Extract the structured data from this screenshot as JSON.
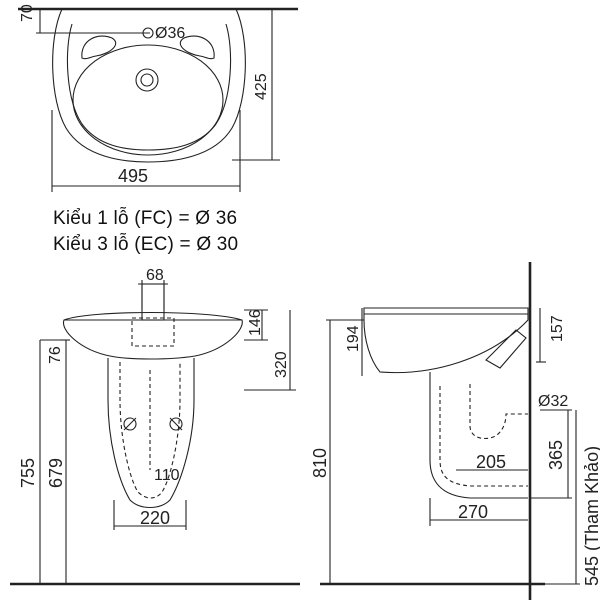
{
  "top_view": {
    "dim_top_offset": "70",
    "dim_hole": "Ø36",
    "dim_depth": "425",
    "dim_width": "495"
  },
  "notes": {
    "line1": "Kiểu 1 lỗ (FC) = Ø 36",
    "line2": "Kiểu 3 lỗ (EC) = Ø 30"
  },
  "front_view": {
    "dim_hole_width": "68",
    "dim_146": "146",
    "dim_76": "76",
    "dim_320": "320",
    "dim_755": "755",
    "dim_679": "679",
    "dim_110": "110",
    "dim_220": "220"
  },
  "side_view": {
    "dim_194": "194",
    "dim_157": "157",
    "dim_pipe": "Ø32",
    "dim_810": "810",
    "dim_365": "365",
    "dim_205": "205",
    "dim_270": "270",
    "dim_545": "545 (Tham Khảo)"
  },
  "colors": {
    "line": "#222222",
    "background": "#ffffff"
  }
}
